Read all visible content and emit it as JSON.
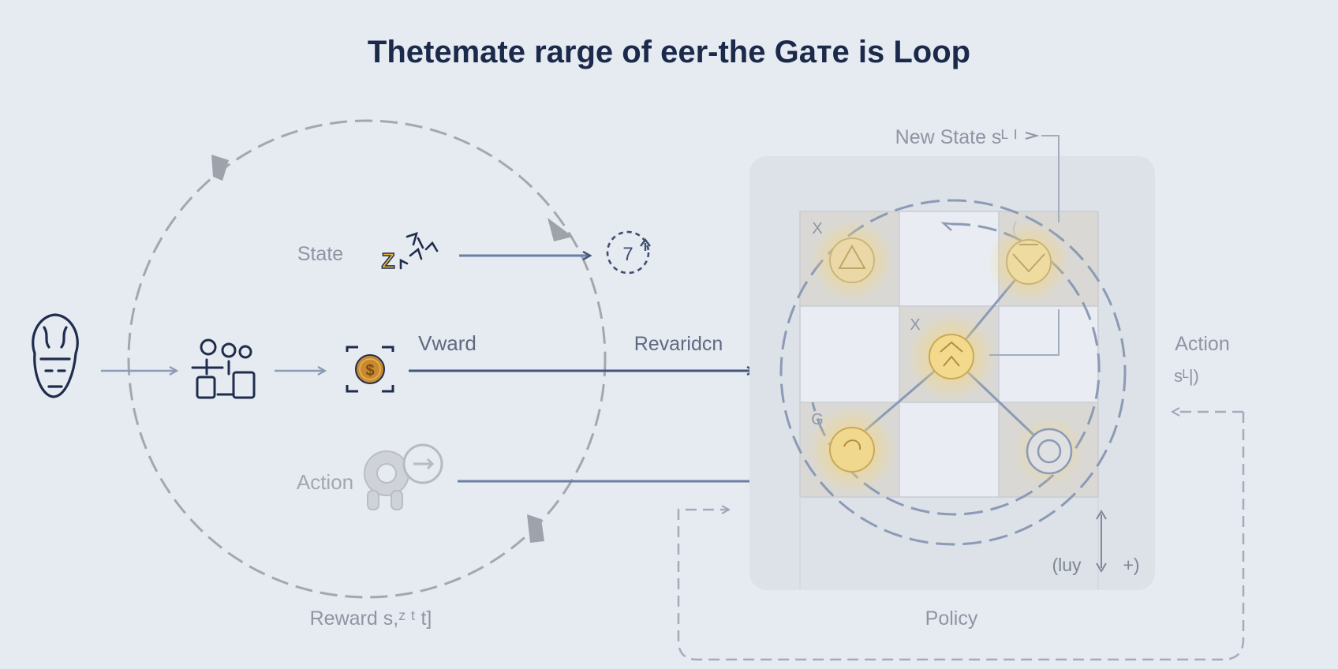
{
  "title": "Thetemate rarge of eer-the Gaтe is Loop",
  "labels": {
    "state": "State",
    "vward": "Vward",
    "action_left": "Action",
    "reward_bottom": "Reward s,ᶻ ᵗ t]",
    "new_state": "New State sᴸ ᴵ",
    "revariden": "Revaridcn",
    "action_right": "Action",
    "action_right_sub": "sᴸ|)",
    "policy": "Policy",
    "grid_footer_left": "(luy",
    "grid_footer_right": "+)",
    "cycle_icon_text": "7"
  },
  "grid": {
    "cell_marks": [
      "X",
      "",
      "(",
      "",
      "X",
      "",
      "G",
      "",
      ""
    ]
  },
  "colors": {
    "background": "#e6eaf1",
    "title": "#1b2a4a",
    "icon_dark": "#1f2d4d",
    "arrow_blue": "#43577d",
    "arrow_light": "#8b9ab5",
    "circle_gray": "#a3a8b0",
    "gold": "#e8b73f",
    "coin": "#c98a2f"
  },
  "icons": {
    "agent": "brain-head-icon",
    "state": "sleep-z-icon",
    "cycle": "refresh-cycle-icon",
    "actor": "person-group-icon",
    "reward": "coin-reward-icon",
    "action": "robot-key-icon",
    "nodes": [
      "goal-node-icon",
      "fortress-node-icon",
      "creature-node-icon",
      "orb-node-icon",
      "shield-node-icon"
    ]
  }
}
